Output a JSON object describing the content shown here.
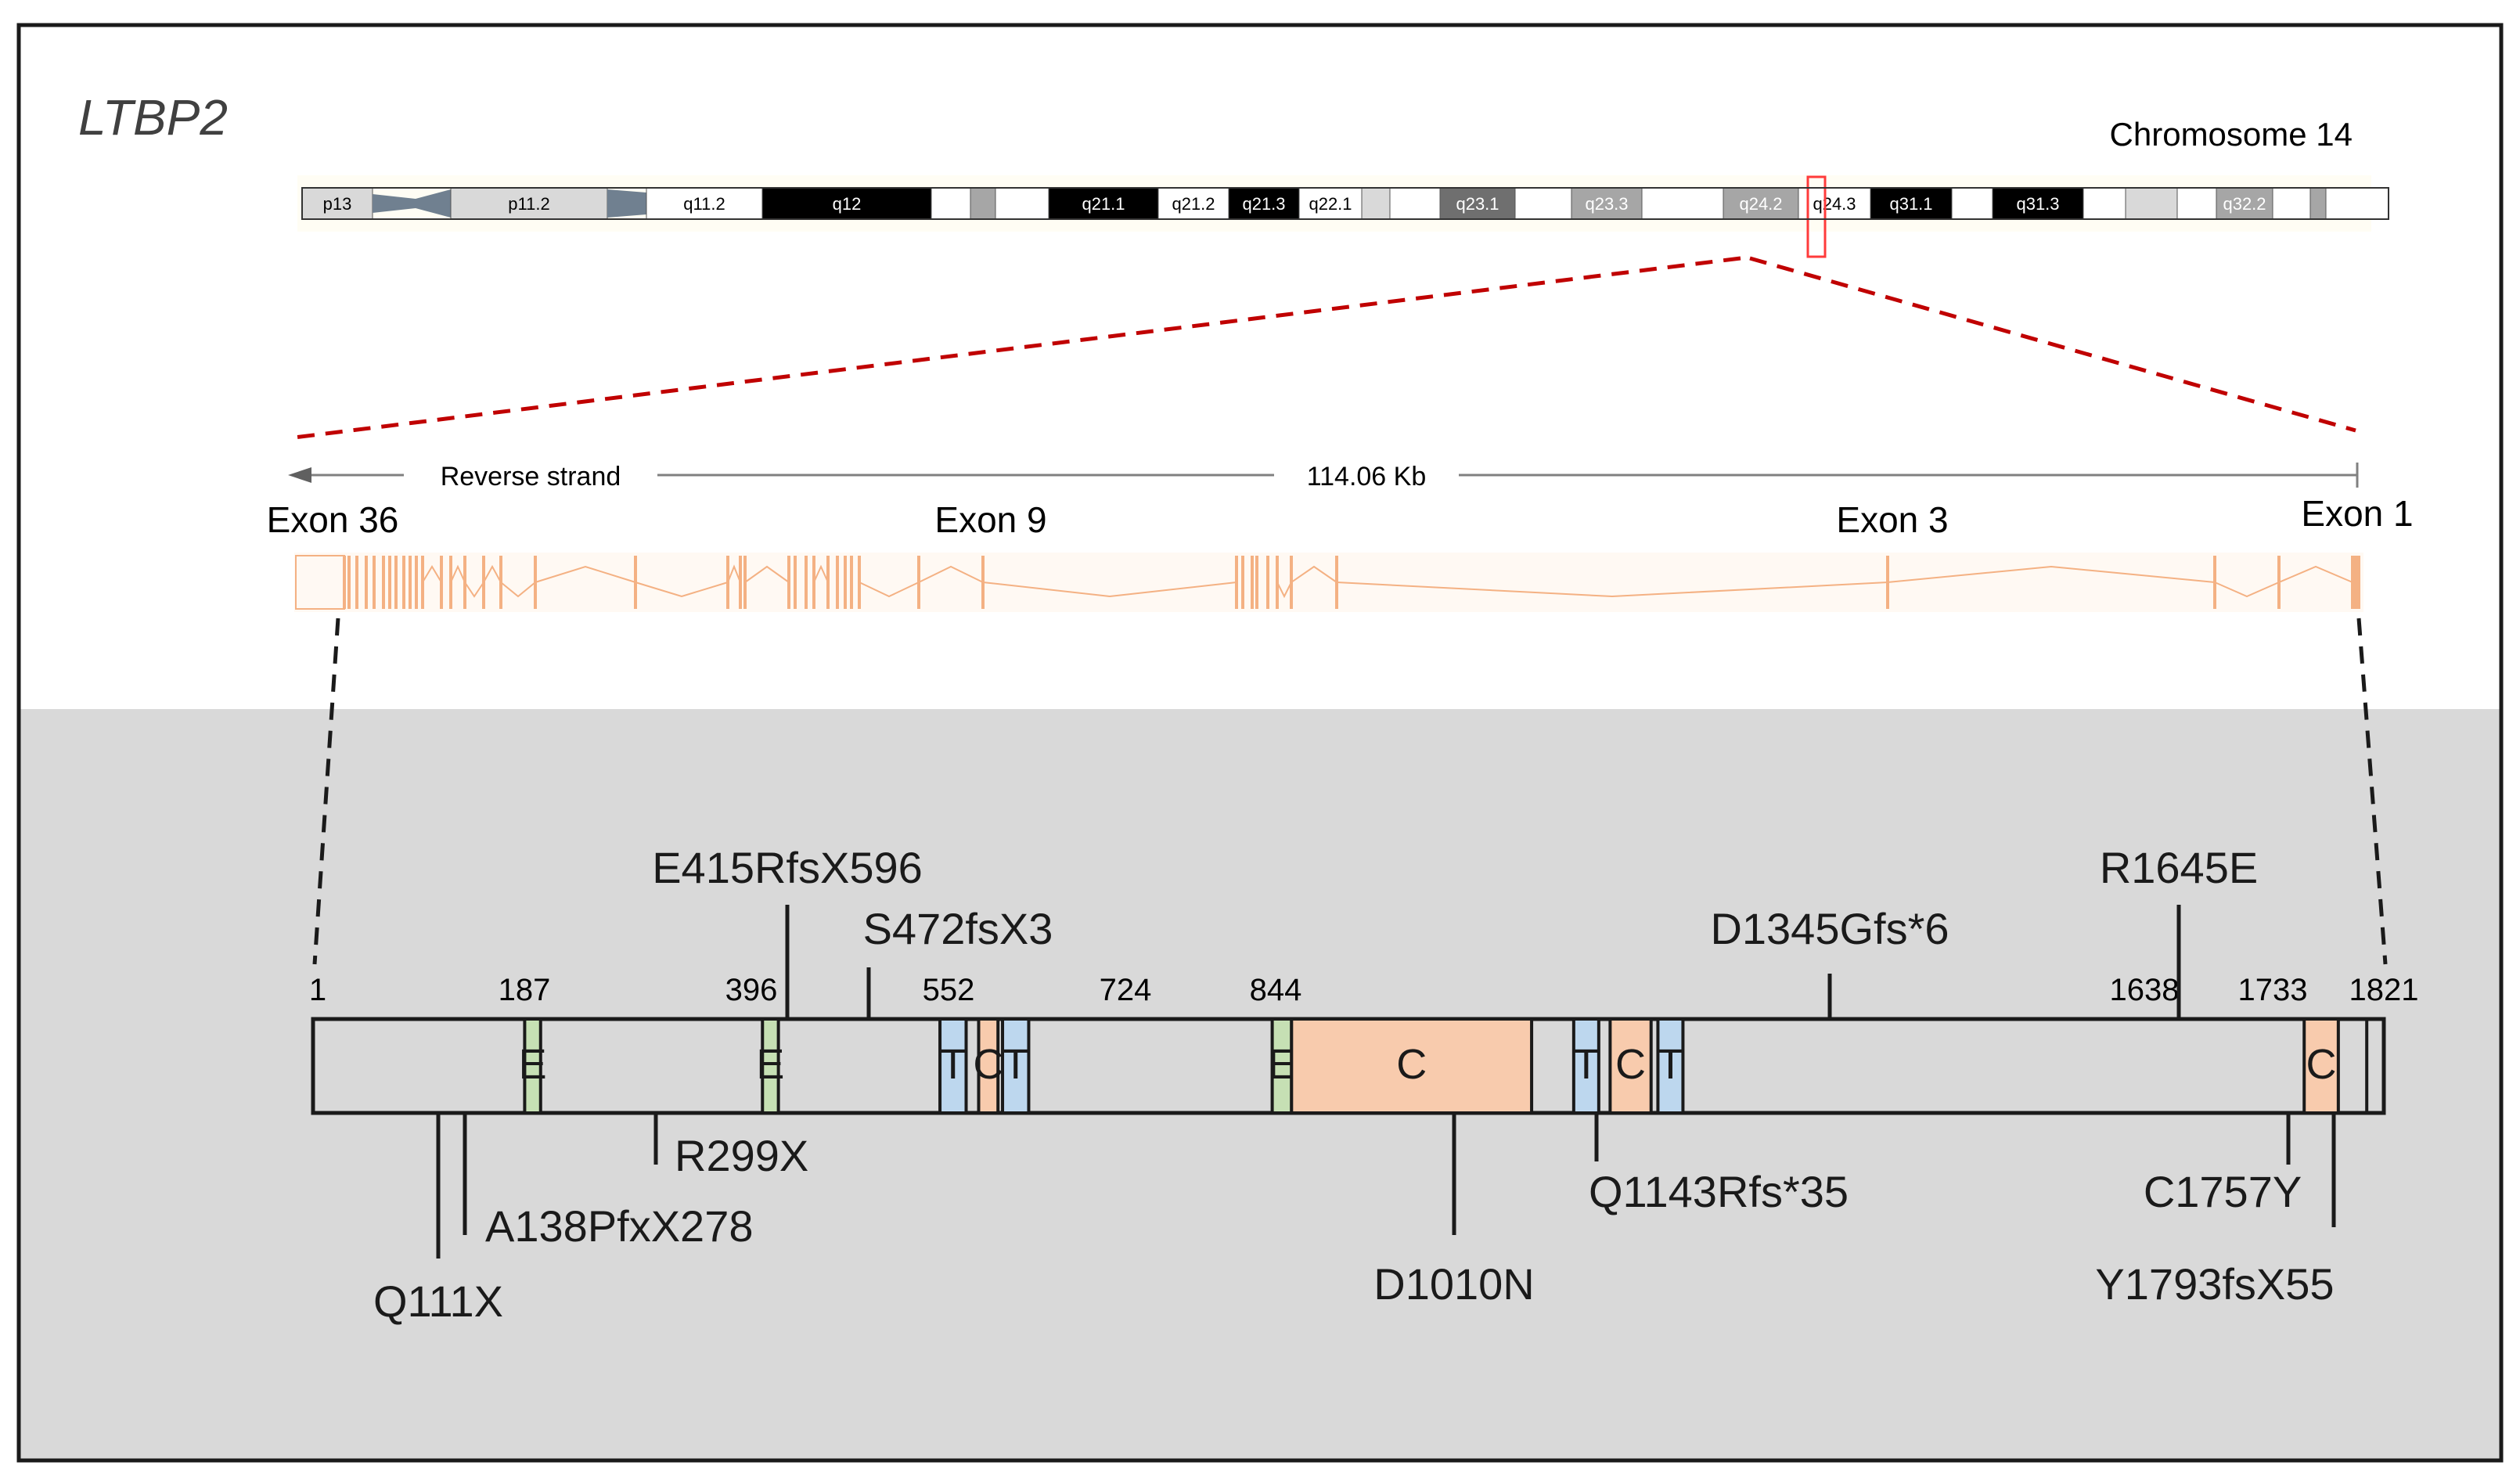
{
  "gene_name": "LTBP2",
  "chromosome_label": "Chromosome 14",
  "chromosome_bands": [
    {
      "name": "p13",
      "stain": "gpos25",
      "label": "p13"
    },
    {
      "name": "cen_p",
      "stain": "acen",
      "label": ""
    },
    {
      "name": "p11.2",
      "stain": "gpos25",
      "label": "p11.2"
    },
    {
      "name": "cen_q",
      "stain": "acen",
      "label": ""
    },
    {
      "name": "q11.2",
      "stain": "gneg",
      "label": "q11.2"
    },
    {
      "name": "q12",
      "stain": "gpos100",
      "label": "q12"
    },
    {
      "name": "q13.1",
      "stain": "gneg",
      "label": ""
    },
    {
      "name": "q13.2",
      "stain": "gpos50",
      "label": ""
    },
    {
      "name": "q13.3",
      "stain": "gneg",
      "label": ""
    },
    {
      "name": "q21.1",
      "stain": "gpos100",
      "label": "q21.1"
    },
    {
      "name": "q21.2",
      "stain": "gneg",
      "label": "q21.2"
    },
    {
      "name": "q21.3",
      "stain": "gpos100",
      "label": "q21.3"
    },
    {
      "name": "q22.1",
      "stain": "gneg",
      "label": "q22.1"
    },
    {
      "name": "q22.2",
      "stain": "gpos25",
      "label": ""
    },
    {
      "name": "q22.3",
      "stain": "gneg",
      "label": ""
    },
    {
      "name": "q23.1",
      "stain": "gpos75",
      "label": "q23.1"
    },
    {
      "name": "q23.2",
      "stain": "gneg",
      "label": ""
    },
    {
      "name": "q23.3",
      "stain": "gpos50",
      "label": "q23.3"
    },
    {
      "name": "q24.1",
      "stain": "gneg",
      "label": ""
    },
    {
      "name": "q24.2",
      "stain": "gpos50",
      "label": "q24.2"
    },
    {
      "name": "q24.3",
      "stain": "gneg",
      "label": "q24.3"
    },
    {
      "name": "q31.1",
      "stain": "gpos100",
      "label": "q31.1"
    },
    {
      "name": "q31.2",
      "stain": "gneg",
      "label": ""
    },
    {
      "name": "q31.3",
      "stain": "gpos100",
      "label": "q31.3"
    },
    {
      "name": "q32.11",
      "stain": "gneg",
      "label": ""
    },
    {
      "name": "q32.12",
      "stain": "gpos25",
      "label": ""
    },
    {
      "name": "q32.13",
      "stain": "gneg",
      "label": ""
    },
    {
      "name": "q32.2",
      "stain": "gpos50",
      "label": "q32.2"
    },
    {
      "name": "q32.31",
      "stain": "gneg",
      "label": ""
    },
    {
      "name": "q32.32",
      "stain": "gpos50",
      "label": ""
    },
    {
      "name": "q32.33",
      "stain": "gneg",
      "label": ""
    }
  ],
  "highlighted_band": "q24.3",
  "strand_label": "Reverse strand",
  "gene_length_label": "114.06 Kb",
  "exon_labels": [
    "Exon 36",
    "Exon 9",
    "Exon 3",
    "Exon 1"
  ],
  "protein": {
    "length": 1821,
    "position_labels": [
      "1",
      "187",
      "396",
      "552",
      "724",
      "844",
      "1638",
      "1733",
      "1821"
    ],
    "domains": [
      {
        "type": "E",
        "label": "E"
      },
      {
        "type": "E",
        "label": "E"
      },
      {
        "type": "T",
        "label": "T"
      },
      {
        "type": "C",
        "label": "C"
      },
      {
        "type": "T",
        "label": "T"
      },
      {
        "type": "E",
        "label": "E"
      },
      {
        "type": "C",
        "label": "C"
      },
      {
        "type": "T",
        "label": "T"
      },
      {
        "type": "C",
        "label": "C"
      },
      {
        "type": "T",
        "label": "T"
      },
      {
        "type": "C",
        "label": "C"
      }
    ],
    "mutations_above": [
      "E415RfsX596",
      "S472fsX3",
      "D1345Gfs*6",
      "R1645E"
    ],
    "mutations_below": [
      "Q111X",
      "A138PfxX278",
      "R299X",
      "D1010N",
      "Q1143Rfs*35",
      "C1757Y",
      "Y1793fsX55"
    ]
  },
  "colors": {
    "E": "#c6e0b4",
    "T": "#bdd7ee",
    "C": "#f8cbad",
    "zoom_lines": "#c00000",
    "gene_model": "#f4b183",
    "lower_panel": "#d9d9d9"
  }
}
